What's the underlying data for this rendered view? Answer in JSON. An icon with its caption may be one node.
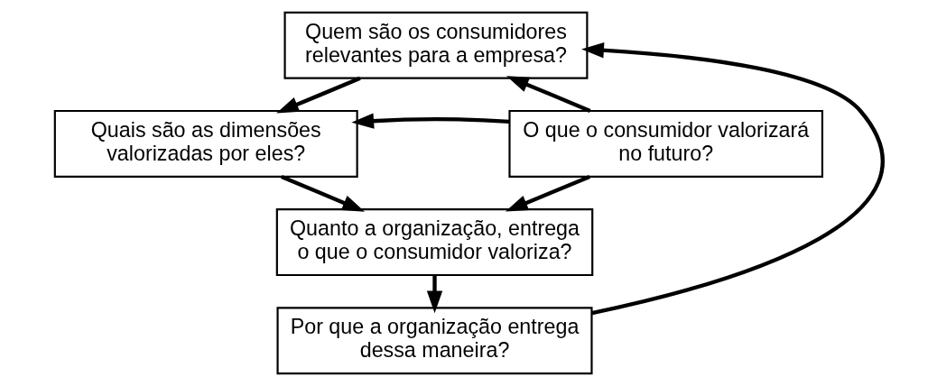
{
  "diagram": {
    "nodes": [
      {
        "text": [
          "Quem são os consumidores relevantes para a empresa?"
        ]
      },
      {
        "text": [
          "Quais são as dimensões valorizadas por eles?"
        ]
      },
      {
        "text": [
          "Quanto a organização, entrega o que o consumidor valoriza?"
        ]
      },
      {
        "text": [
          "Por que a organização entrega dessa maneira?"
        ]
      },
      {
        "text": [
          "O que o consumidor valorizará no futuro?"
        ]
      }
    ],
    "edges": [
      {
        "from": 0,
        "to": 1,
        "arrow": "to"
      },
      {
        "from": 1,
        "to": 2,
        "arrow": "to"
      },
      {
        "from": 2,
        "to": 3,
        "arrow": "to"
      },
      {
        "from": 4,
        "to": 0,
        "arrow": "to"
      },
      {
        "from": 4,
        "to": 1,
        "arrow": "to"
      },
      {
        "from": 4,
        "to": 2,
        "arrow": "to"
      },
      {
        "from": 3,
        "to": 0,
        "arrow": "to"
      }
    ]
  }
}
